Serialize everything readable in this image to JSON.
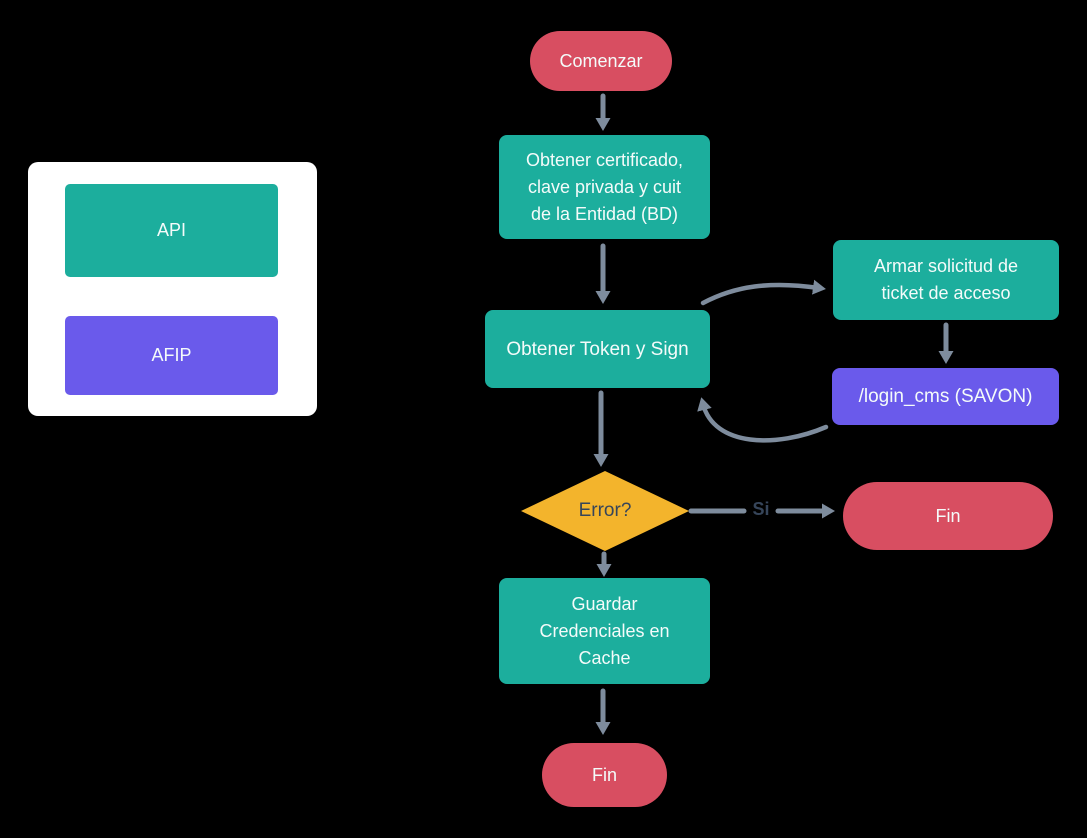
{
  "colors": {
    "background": "#000000",
    "teal": "#1CAE9D",
    "purple": "#6A5AEB",
    "rose": "#D84E61",
    "amber": "#F3B42C",
    "arrow": "#7E8C9D",
    "dark_text": "#36455A"
  },
  "legend": {
    "items": [
      {
        "label": "API",
        "color_key": "teal"
      },
      {
        "label": "AFIP",
        "color_key": "purple"
      }
    ]
  },
  "flowchart": {
    "nodes": {
      "start": {
        "label": "Comenzar",
        "type": "terminator"
      },
      "get_cert": {
        "label": "Obtener certificado,\nclave privada y cuit\nde la Entidad (BD)",
        "type": "process"
      },
      "get_token": {
        "label": "Obtener Token y Sign",
        "type": "process"
      },
      "armar": {
        "label": "Armar solicitud de\nticket de acceso",
        "type": "process"
      },
      "login_cms": {
        "label": "/login_cms (SAVON)",
        "type": "io"
      },
      "error": {
        "label": "Error?",
        "type": "decision"
      },
      "fin_right": {
        "label": "Fin",
        "type": "terminator"
      },
      "guardar": {
        "label": "Guardar\nCredenciales en\nCache",
        "type": "process"
      },
      "fin_bottom": {
        "label": "Fin",
        "type": "terminator"
      }
    },
    "edges": {
      "si_label": "Si"
    }
  }
}
